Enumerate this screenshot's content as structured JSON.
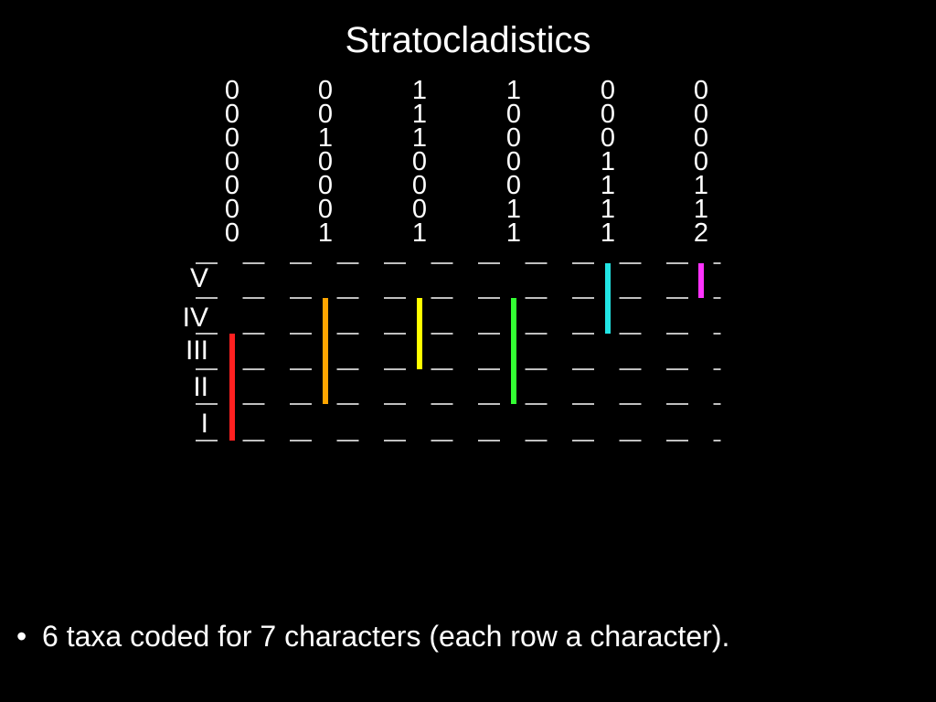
{
  "title": "Stratocladistics",
  "matrix": {
    "columns": [
      [
        "0",
        "0",
        "0",
        "0",
        "0",
        "0",
        "0"
      ],
      [
        "0",
        "0",
        "1",
        "0",
        "0",
        "0",
        "1"
      ],
      [
        "1",
        "1",
        "1",
        "0",
        "0",
        "0",
        "1"
      ],
      [
        "1",
        "0",
        "0",
        "0",
        "0",
        "1",
        "1"
      ],
      [
        "0",
        "0",
        "0",
        "1",
        "1",
        "1",
        "1"
      ],
      [
        "0",
        "0",
        "0",
        "0",
        "1",
        "1",
        "2"
      ]
    ]
  },
  "levels": [
    "V",
    "IV",
    "III",
    "II",
    "I"
  ],
  "ranges": [
    {
      "color": "#ff2020",
      "from": 1,
      "to": 3
    },
    {
      "color": "#ffa500",
      "from": 2,
      "to": 4
    },
    {
      "color": "#ffff00",
      "from": 3,
      "to": 4
    },
    {
      "color": "#33ff33",
      "from": 2,
      "to": 4
    },
    {
      "color": "#22e5e5",
      "from": 4,
      "to": 5
    },
    {
      "color": "#ff33ff",
      "from": 5,
      "to": 5
    }
  ],
  "bullet": {
    "symbol": "•",
    "text": "6 taxa coded for 7 characters (each row a character)."
  }
}
